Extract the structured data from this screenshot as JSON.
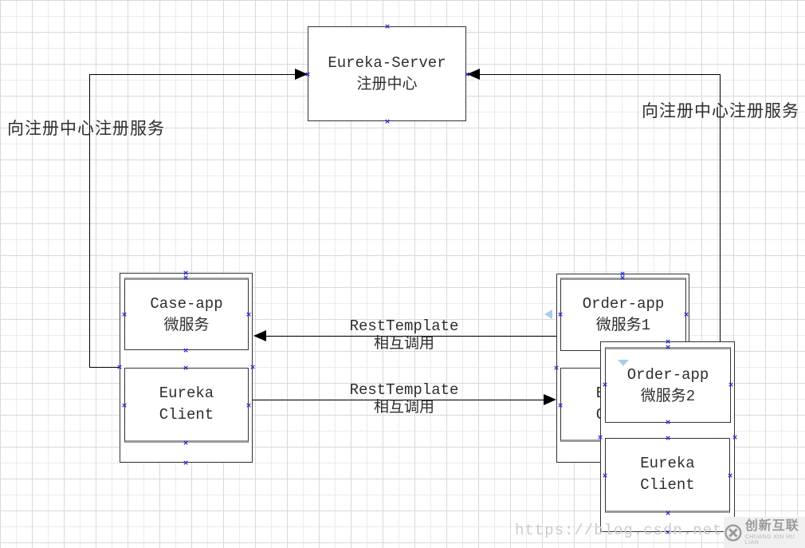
{
  "nodes": {
    "eureka_server": {
      "line1": "Eureka-Server",
      "line2": "注册中心"
    },
    "case_app": {
      "line1": "Case-app",
      "line2": "微服务"
    },
    "eureka_client_left": {
      "line1": "Eureka",
      "line2": "Client"
    },
    "order_app1": {
      "line1": "Order-app",
      "line2": "微服务1"
    },
    "eureka_client_back": {
      "line1": "Eureka",
      "line2": "Client"
    },
    "order_app2": {
      "line1": "Order-app",
      "line2": "微服务2"
    },
    "eureka_client_front": {
      "line1": "Eureka",
      "line2": "Client"
    }
  },
  "labels": {
    "register_left": "向注册中心注册服务",
    "register_right": "向注册中心注册服务",
    "rest_upper": {
      "line1": "RestTemplate",
      "line2": "相互调用"
    },
    "rest_lower": {
      "line1": "RestTemplate",
      "line2": "相互调用"
    }
  },
  "watermark": "https://blog.csdn.net/nanb",
  "logo": {
    "name": "创新互联",
    "subtitle": "CHUANG XIN HU LIAN"
  },
  "icons": {
    "connection_point": "×"
  },
  "colors": {
    "connector": "#000000",
    "box_border": "#333333",
    "box_accent": "#9a9a9a",
    "connection_point": "#2929d6",
    "direction_marker": "#a9cdec",
    "watermark": "#cbcbcb",
    "logo_gray": "#9a9a9a",
    "grid_minor": "#ebebeb",
    "grid_major": "#d9d9d9"
  }
}
